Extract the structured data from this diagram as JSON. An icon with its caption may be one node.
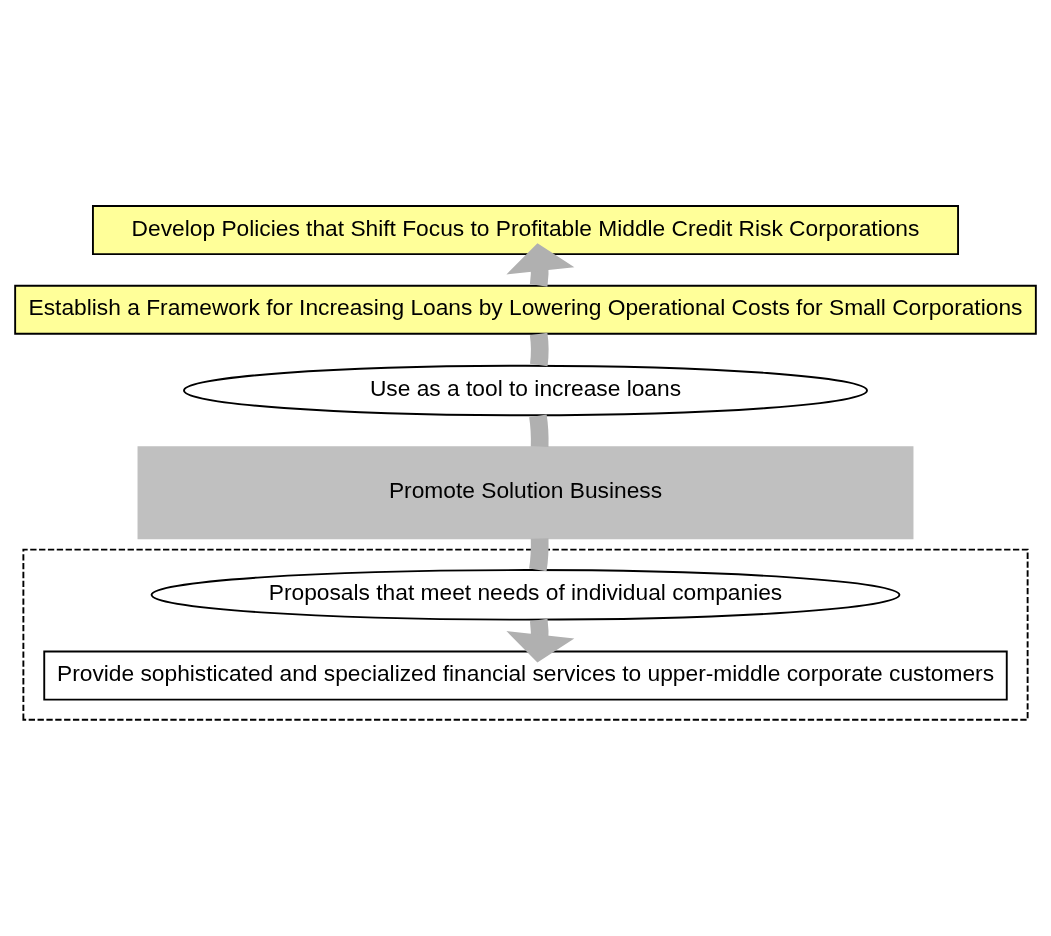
{
  "diagram": {
    "nodes": [
      {
        "text": [
          "Develop Policies that Shift Focus to Profitable Middle Credit Risk Corporations"
        ]
      },
      {
        "text": [
          "Establish a Framework for Increasing Loans by Lowering Operational Costs for Small Corporations"
        ]
      },
      {
        "text": [
          "Use as a tool to increase loans"
        ]
      },
      {
        "text": [
          "Promote Solution Business"
        ]
      },
      {
        "text": [],
        "shape": "box"
      },
      {
        "text": [
          "Proposals that meet needs of individual companies"
        ],
        "in": 4
      },
      {
        "text": [
          "Provide sophisticated and specialized financial services to upper-middle corporate customers"
        ],
        "in": 4
      }
    ],
    "edges": [
      {
        "from": 3,
        "to": 2,
        "arrow": "none"
      },
      {
        "from": 2,
        "to": 1,
        "arrow": "none"
      },
      {
        "from": 1,
        "to": 0,
        "arrow": "to"
      },
      {
        "from": 3,
        "to": 5,
        "arrow": "none"
      },
      {
        "from": 5,
        "to": 6,
        "arrow": "to"
      }
    ]
  }
}
